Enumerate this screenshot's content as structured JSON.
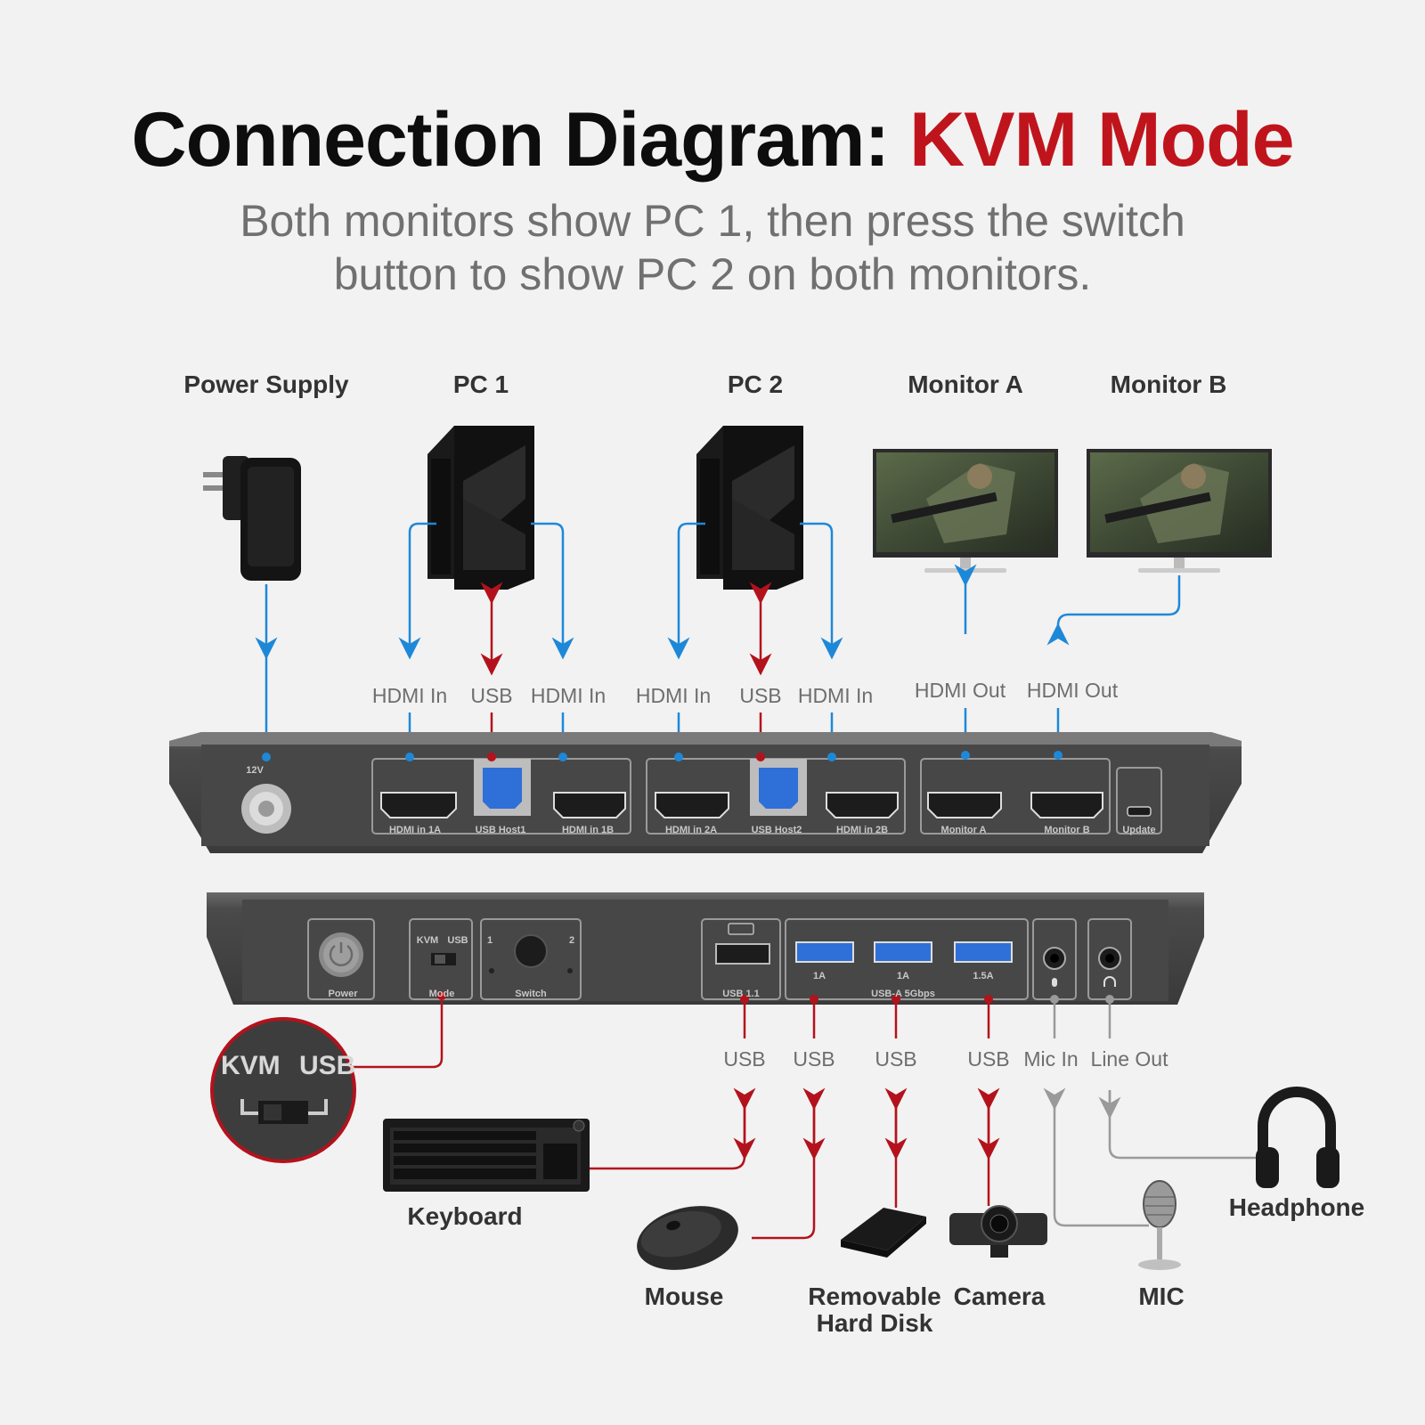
{
  "title": {
    "main": "Connection Diagram: ",
    "accent": "KVM Mode"
  },
  "subtitle": {
    "line1": "Both monitors show PC 1, then press the switch",
    "line2": "button to show PC 2 on both monitors."
  },
  "devices_top": {
    "power_supply": "Power Supply",
    "pc1": "PC 1",
    "pc2": "PC 2",
    "monitor_a": "Monitor A",
    "monitor_b": "Monitor B"
  },
  "top_cables": {
    "hdmi_in": "HDMI In",
    "usb": "USB",
    "hdmi_out": "HDMI Out"
  },
  "rear_panel": {
    "voltage": "12V",
    "hdmi_in_1a": "HDMI in 1A",
    "usb_host1": "USB Host1",
    "hdmi_in_1b": "HDMI in 1B",
    "hdmi_in_2a": "HDMI in 2A",
    "usb_host2": "USB Host2",
    "hdmi_in_2b": "HDMI in 2B",
    "monitor_a": "Monitor A",
    "monitor_b": "Monitor B",
    "update": "Update"
  },
  "front_panel": {
    "power": "Power",
    "mode": "Mode",
    "mode_kvm": "KVM",
    "mode_usb": "USB",
    "switch": "Switch",
    "switch_1": "1",
    "switch_2": "2",
    "usb11": "USB 1.1",
    "port_1a_first": "1A",
    "port_1a_second": "1A",
    "port_15a": "1.5A",
    "usb_a": "USB-A 5Gbps"
  },
  "zoom": {
    "kvm": "KVM",
    "usb": "USB"
  },
  "bottom_cables": {
    "usb": "USB",
    "mic_in": "Mic In",
    "line_out": "Line Out"
  },
  "devices_bottom": {
    "keyboard": "Keyboard",
    "mouse": "Mouse",
    "hard_disk_line1": "Removable",
    "hard_disk_line2": "Hard Disk",
    "camera": "Camera",
    "mic": "MIC",
    "headphone": "Headphone"
  },
  "colors": {
    "accent_red": "#c0141c",
    "cable_blue": "#1e88d8",
    "cable_red": "#b3121c",
    "cable_gray": "#9a9a9a",
    "usb_blue": "#2f6fd8"
  },
  "icons": [
    "power-adapter-icon",
    "pc-tower-icon",
    "monitor-icon",
    "hdmi-port-icon",
    "usb-b-port-icon",
    "usb-a-port-icon",
    "audio-jack-icon",
    "keyboard-icon",
    "mouse-icon",
    "hard-disk-icon",
    "webcam-icon",
    "microphone-icon",
    "headphone-icon",
    "power-button-icon"
  ]
}
